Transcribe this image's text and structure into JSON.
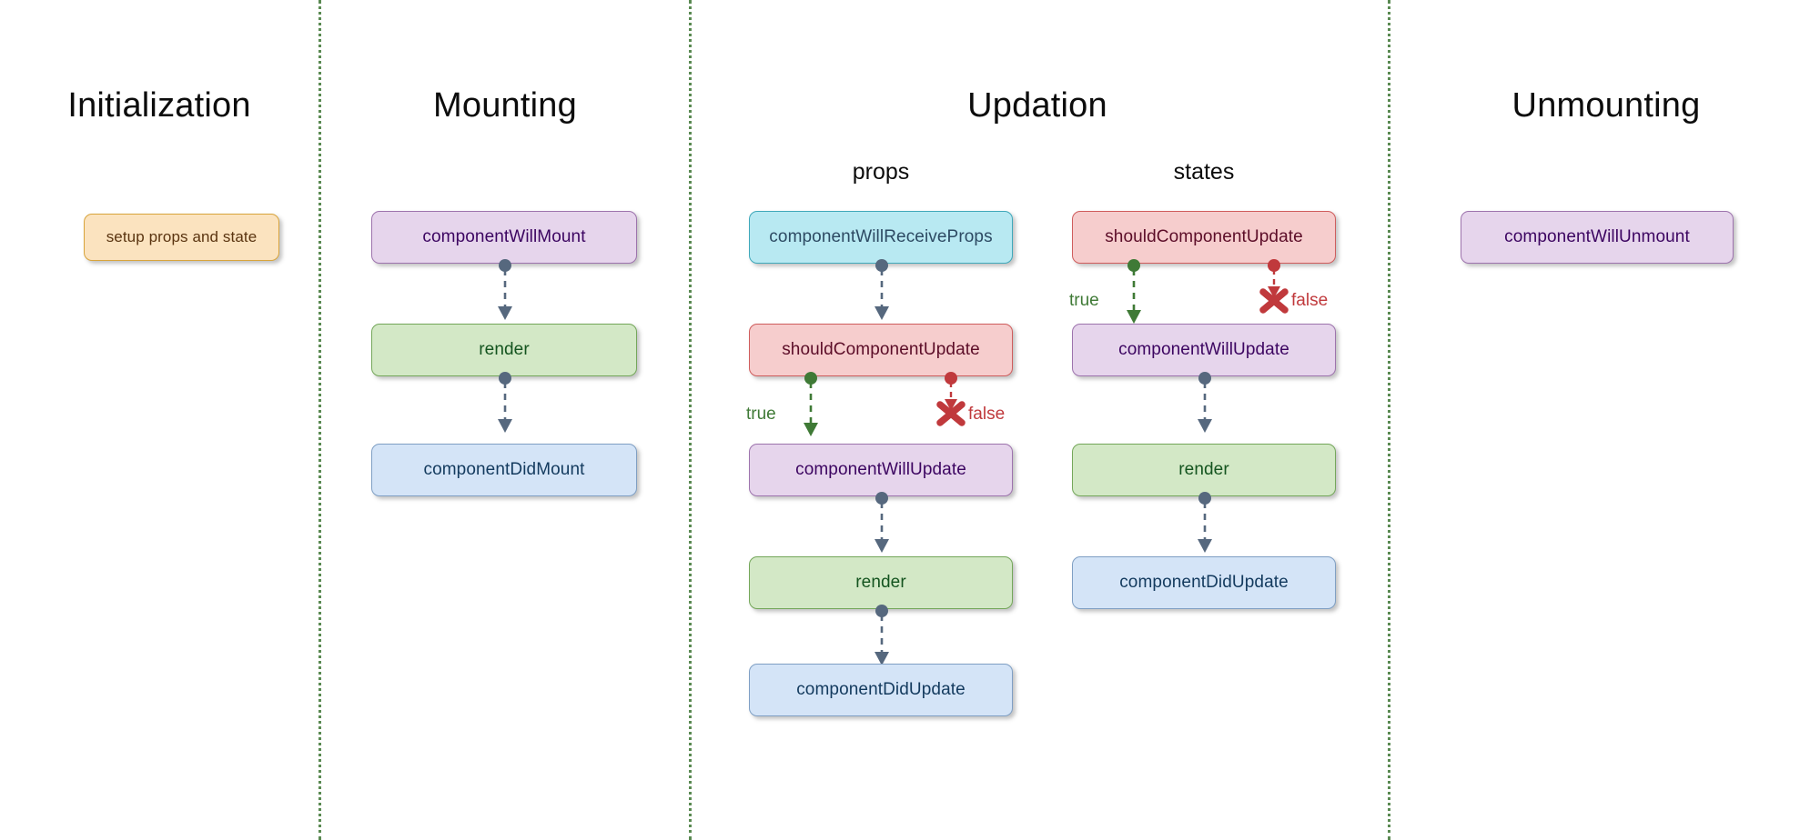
{
  "diagram": {
    "title_implicit": "React Component Lifecycle",
    "background": "#ffffff",
    "divider_color": "#5a8a52",
    "phases": [
      {
        "id": "initialization",
        "label": "Initialization"
      },
      {
        "id": "mounting",
        "label": "Mounting"
      },
      {
        "id": "updation",
        "label": "Updation"
      },
      {
        "id": "unmounting",
        "label": "Unmounting"
      }
    ],
    "subheadings": [
      {
        "id": "props",
        "label": "props"
      },
      {
        "id": "states",
        "label": "states"
      }
    ],
    "nodes": {
      "init_setup": {
        "label": "setup props and state",
        "color": "orange"
      },
      "mount_will": {
        "label": "componentWillMount",
        "color": "purple"
      },
      "mount_render": {
        "label": "render",
        "color": "green"
      },
      "mount_did": {
        "label": "componentDidMount",
        "color": "blue"
      },
      "props_will_receive": {
        "label": "componentWillReceiveProps",
        "color": "cyan"
      },
      "props_should_update": {
        "label": "shouldComponentUpdate",
        "color": "red"
      },
      "props_will_update": {
        "label": "componentWillUpdate",
        "color": "purple"
      },
      "props_render": {
        "label": "render",
        "color": "green"
      },
      "props_did_update": {
        "label": "componentDidUpdate",
        "color": "blue"
      },
      "states_should_update": {
        "label": "shouldComponentUpdate",
        "color": "red"
      },
      "states_will_update": {
        "label": "componentWillUpdate",
        "color": "purple"
      },
      "states_render": {
        "label": "render",
        "color": "green"
      },
      "states_did_update": {
        "label": "componentDidUpdate",
        "color": "blue"
      },
      "unmount_will": {
        "label": "componentWillUnmount",
        "color": "purple"
      }
    },
    "branch_labels": {
      "props_true": "true",
      "props_false": "false",
      "states_true": "true",
      "states_false": "false"
    },
    "colors": {
      "true_branch": "#3f7a36",
      "false_branch": "#c0393c",
      "connector": "#56687e",
      "purple_fill": "#e6d5ec",
      "green_fill": "#d3e8c6",
      "blue_fill": "#d4e4f7",
      "cyan_fill": "#b8e9f2",
      "red_fill": "#f6cdcd",
      "orange_fill": "#fbe3bf"
    }
  }
}
